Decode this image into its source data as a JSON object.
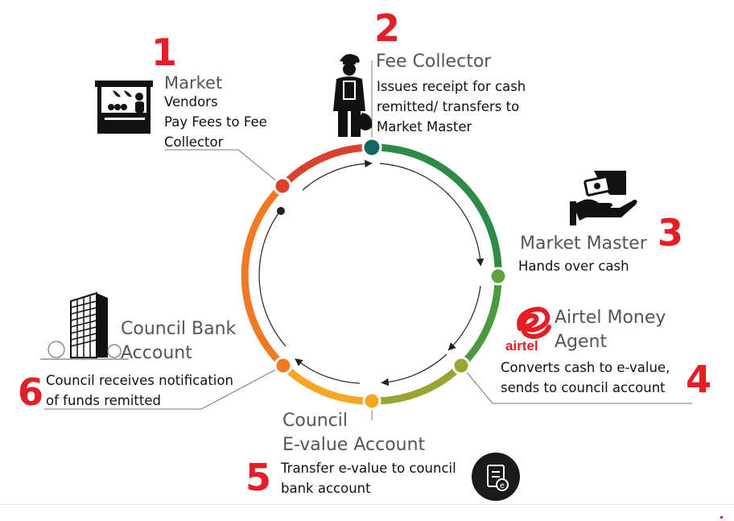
{
  "steps": [
    {
      "number": "1",
      "title": "Market",
      "desc_lines": [
        "Vendors",
        "Pay Fees to Fee",
        "Collector"
      ]
    },
    {
      "number": "2",
      "title": "Fee Collector",
      "desc_lines": [
        "Issues receipt for cash",
        "remitted/ transfers to",
        "Market Master"
      ]
    },
    {
      "number": "3",
      "title": "Market Master",
      "desc_lines": [
        "Hands over cash"
      ]
    },
    {
      "number": "4",
      "title_lines": [
        "Airtel Money",
        "Agent"
      ],
      "desc_lines": [
        "Converts cash to e-value,",
        "sends to council account"
      ]
    },
    {
      "number": "5",
      "title_lines": [
        "Council",
        "E-value Account"
      ],
      "desc_lines": [
        "Transfer e-value to council",
        "bank account"
      ]
    },
    {
      "number": "6",
      "title_lines": [
        "Council Bank",
        "Account"
      ],
      "desc_lines": [
        "Council receives notification",
        "of funds remitted"
      ]
    }
  ],
  "brand": {
    "airtel": "airtel"
  },
  "icons": [
    "market-stall-icon",
    "fee-collector-icon",
    "cash-handover-icon",
    "airtel-logo-icon",
    "e-value-document-icon",
    "bank-building-icon"
  ],
  "colors": {
    "number_red": "#e31e24",
    "arc_red": "#d9412b",
    "arc_orange": "#ef7a22",
    "arc_amber": "#f5a623",
    "arc_olive": "#8a9a35",
    "arc_green": "#2e8b47",
    "node_teal": "#12675f"
  }
}
